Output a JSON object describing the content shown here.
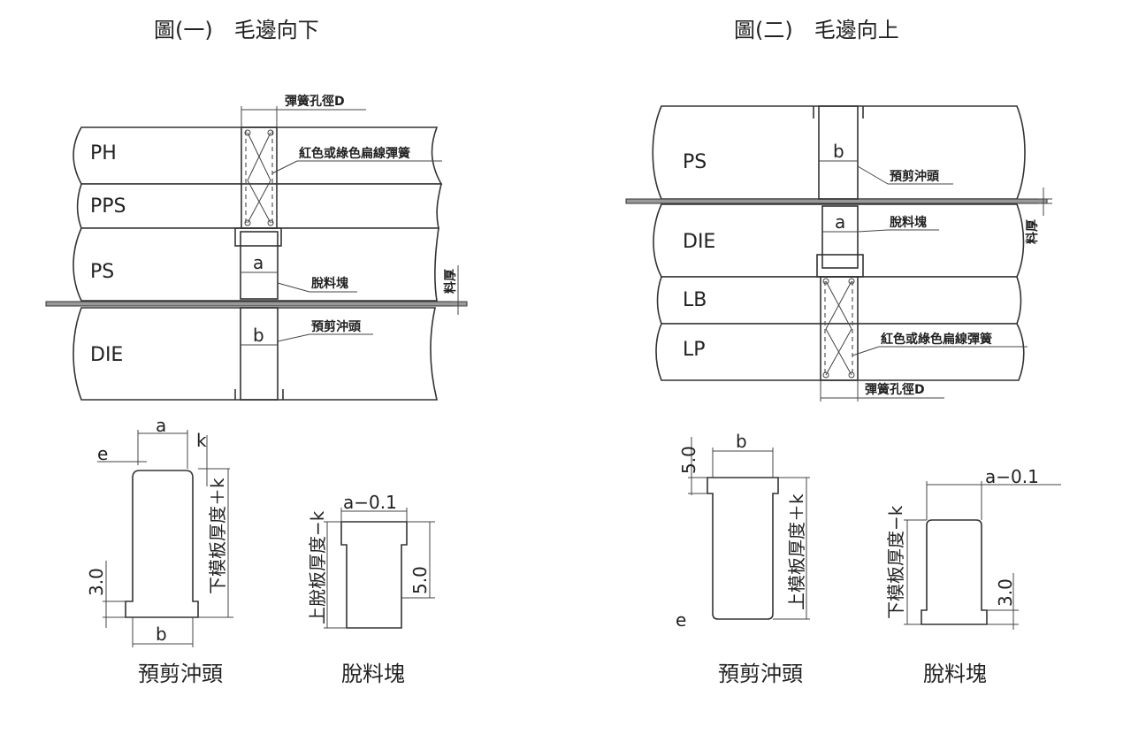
{
  "figure1": {
    "title": "圖(一)　毛邊向下",
    "layers": [
      "PH",
      "PPS",
      "PS",
      "DIE"
    ],
    "label_spring_hole": "彈簧孔徑D",
    "label_spring": "紅色或綠色扁線彈簧",
    "label_stripper_block": "脫料塊",
    "label_punch": "預剪沖頭",
    "label_thickness": "料厚",
    "dim_a": "a",
    "dim_b": "b"
  },
  "figure2": {
    "title": "圖(二)　毛邊向上",
    "layers": [
      "PS",
      "DIE",
      "LB",
      "LP"
    ],
    "label_punch": "預剪沖頭",
    "label_stripper_block": "脫料塊",
    "label_spring": "紅色或綠色扁線彈簧",
    "label_spring_hole": "彈簧孔徑D",
    "label_thickness": "料厚",
    "dim_a": "a",
    "dim_b": "b"
  },
  "detail1": {
    "punch": {
      "dim_a": "a",
      "dim_e": "e",
      "dim_k": "k",
      "dim_height": "下模板厚度＋k",
      "dim_3": "3.0",
      "dim_b": "b",
      "caption": "預剪沖頭"
    },
    "block": {
      "dim_top": "a−0.1",
      "dim_height": "上脫板厚度−k",
      "dim_5": "5.0",
      "caption": "脫料塊"
    }
  },
  "detail2": {
    "punch": {
      "dim_b": "b",
      "dim_5": "5.0",
      "dim_height": "上模板厚度＋k",
      "dim_e": "e",
      "caption": "預剪沖頭"
    },
    "block": {
      "dim_top": "a−0.1",
      "dim_height": "下模板厚度−k",
      "dim_3": "3.0",
      "caption": "脫料塊"
    }
  }
}
